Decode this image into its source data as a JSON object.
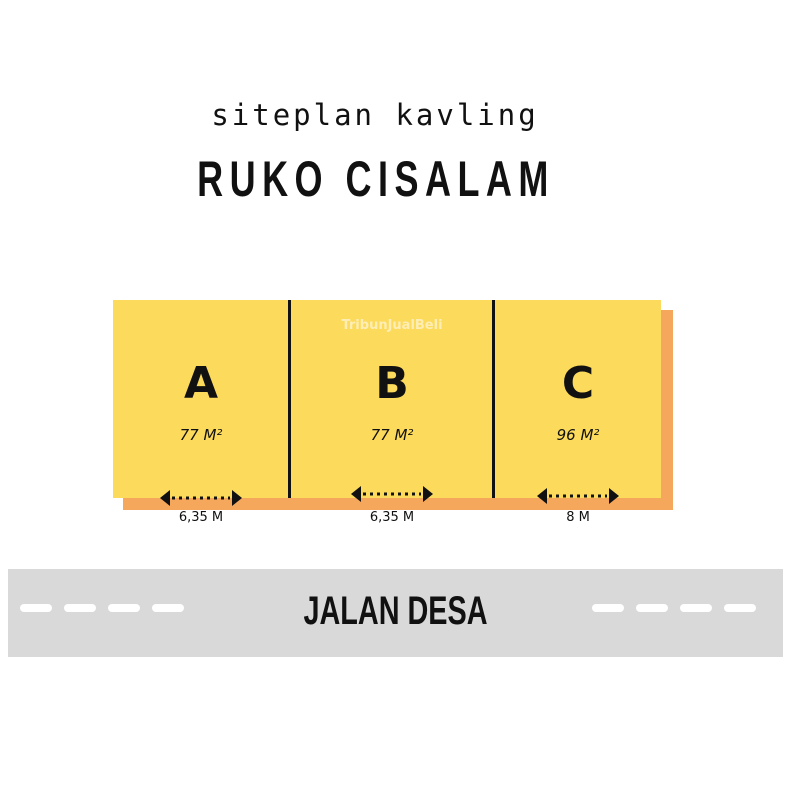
{
  "header": {
    "subtitle": "siteplan kavling",
    "title": "RUKO CISALAM"
  },
  "lots": [
    {
      "letter": "A",
      "area": "77 M²",
      "width": "6,35 M"
    },
    {
      "letter": "B",
      "area": "77 M²",
      "width": "6,35 M"
    },
    {
      "letter": "C",
      "area": "96 M²",
      "width": "8 M"
    }
  ],
  "watermark": "TribunJualBeli",
  "road": {
    "label": "JALAN DESA"
  },
  "colors": {
    "lot": "#FCDA5C",
    "shadow": "#F5A75B",
    "road": "#D9D9D9"
  }
}
